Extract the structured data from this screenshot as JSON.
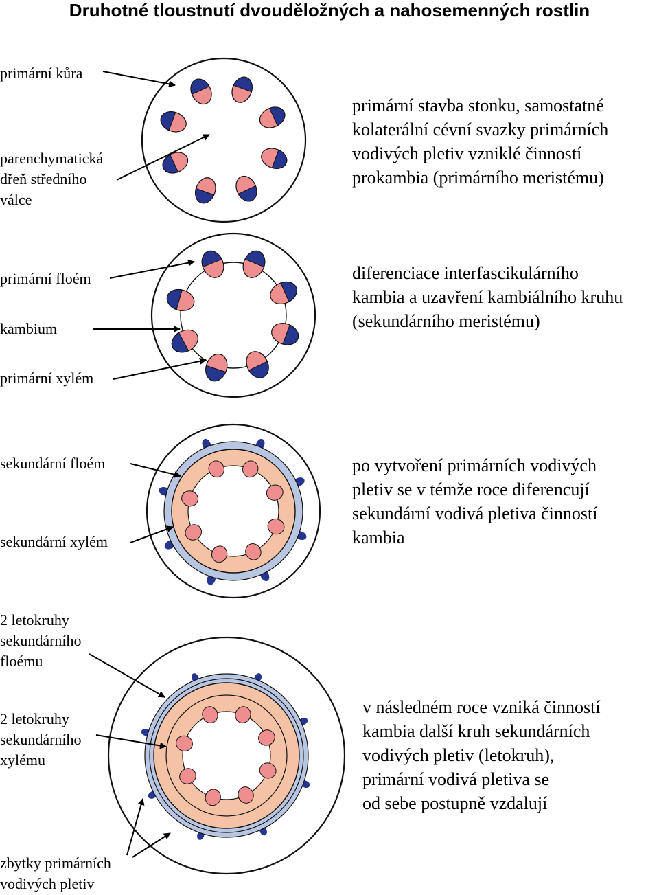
{
  "title": "Druhotné tloustnutí dvouděložných a nahosemenných rostlin",
  "panels": [
    {
      "labels": [
        "primární kůra",
        "parenchymatická\ndřeň středního\nválce"
      ],
      "description": [
        "primární stavba stonku, samostatné",
        "kolaterální cévní svazky primárních",
        "vodivých pletiv vzniklé činností",
        "prokambia (primárního meristému)"
      ]
    },
    {
      "labels": [
        "primární floém",
        "kambium",
        "primární xylém"
      ],
      "description": [
        "diferenciace interfascikulárního",
        "kambia a uzavření kambiálního kruhu",
        "(sekundárního meristému)"
      ]
    },
    {
      "labels": [
        "sekundární floém",
        "sekundární xylém"
      ],
      "description": [
        "po vytvoření primárních vodivých",
        "pletiv se v témže roce diferencují",
        "sekundární vodivá pletiva činností",
        "kambia"
      ]
    },
    {
      "labels": [
        "2 letokruhy\nsekundárního\nfloému",
        "2 letokruhy\nsekundárního\nxylému",
        "zbytky primárních\nvodivých pletiv"
      ],
      "description": [
        "v následném roce vzniká činností",
        "kambia další kruh sekundárních",
        "vodivých pletiv (letokruh),",
        "primární vodivá pletiva se",
        "od sebe postupně vzdalují"
      ]
    }
  ],
  "colors": {
    "xylem": "#ef8e8e",
    "phloem": "#26368f",
    "secondary_phloem": "#b9c6e2",
    "secondary_xylem": "#f4c3a5",
    "outline": "#111111"
  }
}
